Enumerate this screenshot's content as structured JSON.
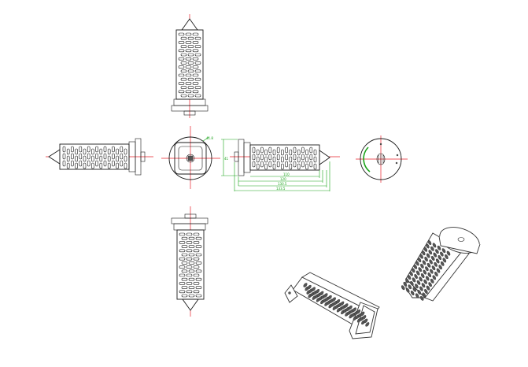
{
  "drawing": {
    "accent_colors": {
      "centerline": "#e8202a",
      "dimension": "#1aa31a",
      "outline": "#1a1a1a"
    },
    "dimension_labels": {
      "front_corner": "41.8",
      "side_height": "41",
      "len_1": "110",
      "len_2": "120",
      "len_3": "130.5",
      "len_4": "133.5"
    }
  }
}
